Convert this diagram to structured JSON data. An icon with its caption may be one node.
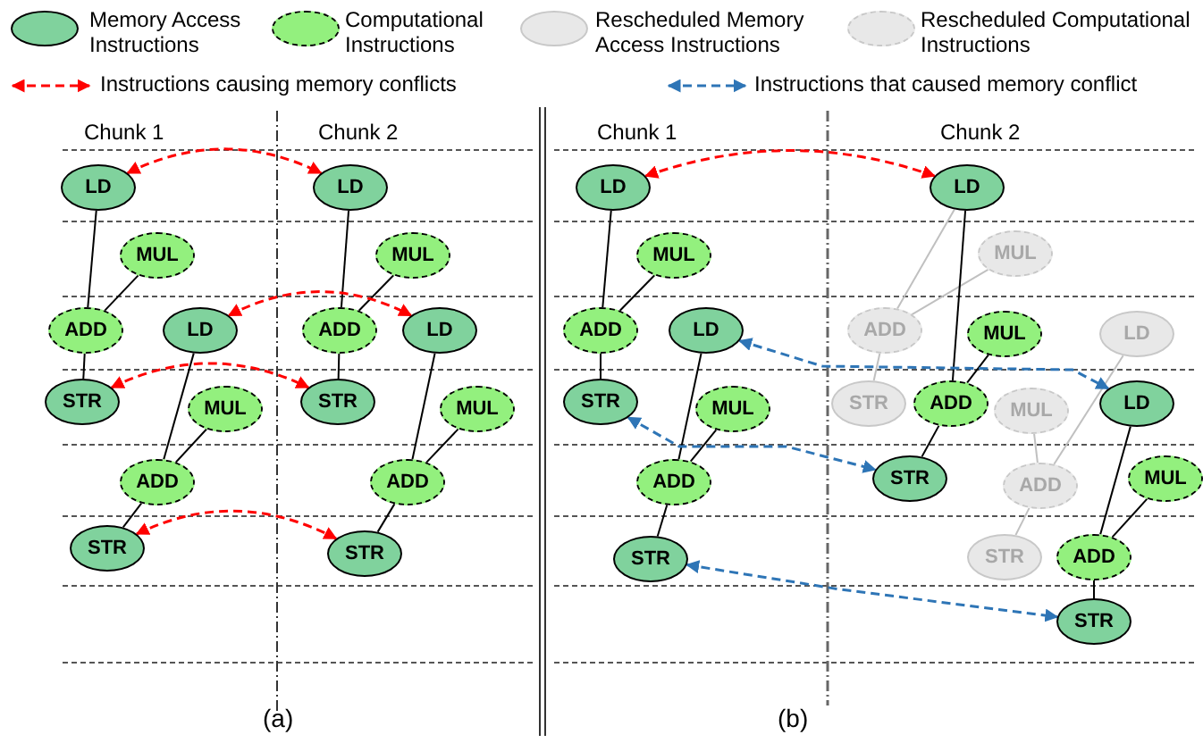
{
  "diagram": {
    "nodes": [
      {
        "text": [
          "LD"
        ]
      },
      {
        "text": [
          "MUL"
        ]
      },
      {
        "text": [
          "ADD"
        ]
      },
      {
        "text": [
          "LD"
        ]
      },
      {
        "text": [
          "STR"
        ]
      },
      {
        "text": [
          "MUL"
        ]
      },
      {
        "text": [
          "ADD"
        ]
      },
      {
        "text": [
          "STR"
        ]
      },
      {
        "text": [
          "LD"
        ]
      },
      {
        "text": [
          "MUL"
        ]
      },
      {
        "text": [
          "ADD"
        ]
      },
      {
        "text": [
          "LD"
        ]
      },
      {
        "text": [
          "STR"
        ]
      },
      {
        "text": [
          "MUL"
        ]
      },
      {
        "text": [
          "ADD"
        ]
      },
      {
        "text": [
          "STR"
        ]
      },
      {
        "text": [
          "LD"
        ]
      },
      {
        "text": [
          "MUL"
        ]
      },
      {
        "text": [
          "ADD"
        ]
      },
      {
        "text": [
          "LD"
        ]
      },
      {
        "text": [
          "STR"
        ]
      },
      {
        "text": [
          "MUL"
        ]
      },
      {
        "text": [
          "ADD"
        ]
      },
      {
        "text": [
          "STR"
        ]
      },
      {
        "text": [
          "LD"
        ]
      },
      {
        "text": [
          "MUL"
        ]
      },
      {
        "text": [
          "ADD"
        ]
      },
      {
        "text": [
          "MUL"
        ]
      },
      {
        "text": [
          "LD"
        ]
      },
      {
        "text": [
          "STR"
        ]
      },
      {
        "text": [
          "ADD"
        ]
      },
      {
        "text": [
          "MUL"
        ]
      },
      {
        "text": [
          "LD"
        ]
      },
      {
        "text": [
          "STR"
        ]
      },
      {
        "text": [
          "ADD"
        ]
      },
      {
        "text": [
          "MUL"
        ]
      },
      {
        "text": [
          "STR"
        ]
      },
      {
        "text": [
          "ADD"
        ]
      },
      {
        "text": [
          "STR"
        ]
      }
    ],
    "edges": [
      {
        "from": 0,
        "to": 2,
        "arrow": "none"
      },
      {
        "from": 1,
        "to": 2,
        "arrow": "none"
      },
      {
        "from": 2,
        "to": 4,
        "arrow": "none"
      },
      {
        "from": 3,
        "to": 6,
        "arrow": "none"
      },
      {
        "from": 5,
        "to": 6,
        "arrow": "none"
      },
      {
        "from": 6,
        "to": 7,
        "arrow": "none"
      },
      {
        "from": 8,
        "to": 10,
        "arrow": "none"
      },
      {
        "from": 9,
        "to": 10,
        "arrow": "none"
      },
      {
        "from": 10,
        "to": 12,
        "arrow": "none"
      },
      {
        "from": 11,
        "to": 14,
        "arrow": "none"
      },
      {
        "from": 13,
        "to": 14,
        "arrow": "none"
      },
      {
        "from": 14,
        "to": 15,
        "arrow": "none"
      },
      {
        "from": 16,
        "to": 18,
        "arrow": "none"
      },
      {
        "from": 17,
        "to": 18,
        "arrow": "none"
      },
      {
        "from": 18,
        "to": 20,
        "arrow": "none"
      },
      {
        "from": 19,
        "to": 22,
        "arrow": "none"
      },
      {
        "from": 21,
        "to": 22,
        "arrow": "none"
      },
      {
        "from": 22,
        "to": 23,
        "arrow": "none"
      },
      {
        "from": 24,
        "to": 26,
        "arrow": "none",
        "color": "#c0c0c0"
      },
      {
        "from": 25,
        "to": 26,
        "arrow": "none",
        "color": "#c0c0c0"
      },
      {
        "from": 26,
        "to": 29,
        "arrow": "none",
        "color": "#c0c0c0"
      },
      {
        "from": 28,
        "to": 34,
        "arrow": "none",
        "color": "#c0c0c0"
      },
      {
        "from": 31,
        "to": 34,
        "arrow": "none",
        "color": "#c0c0c0"
      },
      {
        "from": 34,
        "to": 36,
        "arrow": "none",
        "color": "#c0c0c0"
      },
      {
        "from": 24,
        "to": 30,
        "arrow": "none"
      },
      {
        "from": 27,
        "to": 30,
        "arrow": "none"
      },
      {
        "from": 30,
        "to": 33,
        "arrow": "none"
      },
      {
        "from": 32,
        "to": 37,
        "arrow": "none"
      },
      {
        "from": 35,
        "to": 37,
        "arrow": "none"
      },
      {
        "from": 37,
        "to": 38,
        "arrow": "none"
      },
      {
        "from": 0,
        "to": 8,
        "arrow": "both",
        "style": "dashed",
        "color": "#ff0000"
      },
      {
        "from": 3,
        "to": 11,
        "arrow": "both",
        "style": "dashed",
        "color": "#ff0000"
      },
      {
        "from": 4,
        "to": 12,
        "arrow": "both",
        "style": "dashed",
        "color": "#ff0000"
      },
      {
        "from": 7,
        "to": 15,
        "arrow": "both",
        "style": "dashed",
        "color": "#ff0000"
      },
      {
        "from": 16,
        "to": 24,
        "arrow": "both",
        "style": "dashed",
        "color": "#ff0000"
      },
      {
        "from": 19,
        "to": 32,
        "arrow": "both",
        "style": "dashed",
        "color": "#2e75b6"
      },
      {
        "from": 20,
        "to": 33,
        "arrow": "both",
        "style": "dashed",
        "color": "#2e75b6"
      },
      {
        "from": 23,
        "to": 38,
        "arrow": "both",
        "style": "dashed",
        "color": "#2e75b6"
      }
    ],
    "labels": [
      "Chunk 1",
      "Chunk 2",
      "Chunk 1",
      "Chunk 2",
      "(a)",
      "(b)"
    ],
    "legend": [
      {
        "text": "Memory Access Instructions"
      },
      {
        "text": "Computational Instructions"
      },
      {
        "text": "Rescheduled Memory Access Instructions"
      },
      {
        "text": "Rescheduled Computational Instructions"
      },
      {
        "text": "Instructions causing memory conflicts"
      },
      {
        "text": "Instructions that caused memory conflict"
      }
    ]
  }
}
